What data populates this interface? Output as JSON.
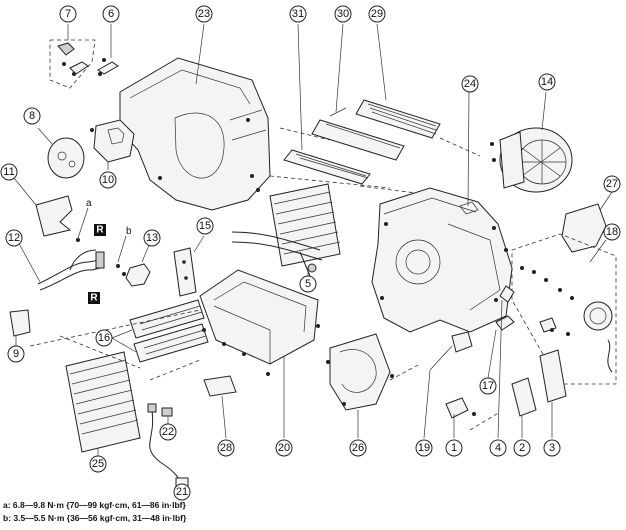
{
  "callouts": [
    "1",
    "2",
    "3",
    "4",
    "5",
    "6",
    "7",
    "8",
    "9",
    "10",
    "11",
    "12",
    "13",
    "14",
    "15",
    "16",
    "17",
    "18",
    "19",
    "20",
    "21",
    "22",
    "23",
    "24",
    "25",
    "26",
    "27",
    "28",
    "29",
    "30",
    "31"
  ],
  "markers": {
    "a": "a",
    "b": "b",
    "R": "R"
  },
  "torque_specs": [
    "a: 6.8—9.8 N·m {70—99 kgf·cm, 61—86 in·lbf}",
    "b: 3.5—5.5 N·m {36—56 kgf·cm, 31—48 in·lbf}"
  ]
}
